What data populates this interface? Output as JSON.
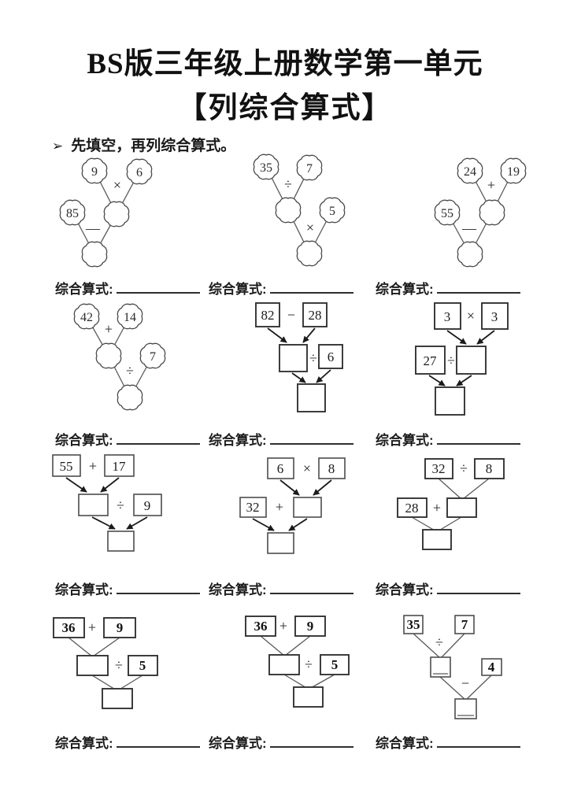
{
  "header": {
    "title_line1": "BS版三年级上册数学第一单元",
    "title_line2": "【列综合算式】"
  },
  "instruction": {
    "bullet": "➢",
    "text": "先填空，再列综合算式。"
  },
  "labels": {
    "equation": "综合算式:"
  },
  "problems": [
    {
      "shape": "cloud",
      "n1": "9",
      "op1": "×",
      "n2": "6",
      "n3": "85",
      "op2": "—",
      "n4": "",
      "n5": ""
    },
    {
      "shape": "cloud",
      "n1": "35",
      "op1": "÷",
      "n2": "7",
      "n3": "",
      "op2": "×",
      "n4": "5",
      "n5": ""
    },
    {
      "shape": "cloud",
      "n1": "24",
      "op1": "+",
      "n2": "19",
      "n3": "55",
      "op2": "—",
      "n4": "",
      "n5": ""
    },
    {
      "shape": "cloud",
      "n1": "42",
      "op1": "+",
      "n2": "14",
      "n3": "",
      "op2": "÷",
      "n4": "7",
      "n5": ""
    },
    {
      "shape": "box",
      "n1": "82",
      "op1": "−",
      "n2": "28",
      "n3": "",
      "op2": "÷",
      "n4": "6",
      "n5": ""
    },
    {
      "shape": "box",
      "n1": "3",
      "op1": "×",
      "n2": "3",
      "n3": "27",
      "op2": "÷",
      "n4": "",
      "n5": ""
    },
    {
      "shape": "box",
      "n1": "55",
      "op1": "+",
      "n2": "17",
      "n3": "",
      "op2": "÷",
      "n4": "9",
      "n5": ""
    },
    {
      "shape": "box",
      "n1": "6",
      "op1": "×",
      "n2": "8",
      "n3": "32",
      "op2": "+",
      "n4": "",
      "n5": ""
    },
    {
      "shape": "box",
      "n1": "32",
      "op1": "÷",
      "n2": "8",
      "n3": "28",
      "op2": "+",
      "n4": "",
      "n5": ""
    },
    {
      "shape": "box",
      "n1": "36",
      "op1": "+",
      "n2": "9",
      "n3": "",
      "op2": "÷",
      "n4": "5",
      "n5": ""
    },
    {
      "shape": "box",
      "n1": "36",
      "op1": "+",
      "n2": "9",
      "n3": "",
      "op2": "÷",
      "n4": "5",
      "n5": ""
    },
    {
      "shape": "box",
      "n1": "35",
      "op1": "÷",
      "n2": "7",
      "n3": "",
      "op2": "−",
      "n4": "4",
      "n5": ""
    }
  ]
}
